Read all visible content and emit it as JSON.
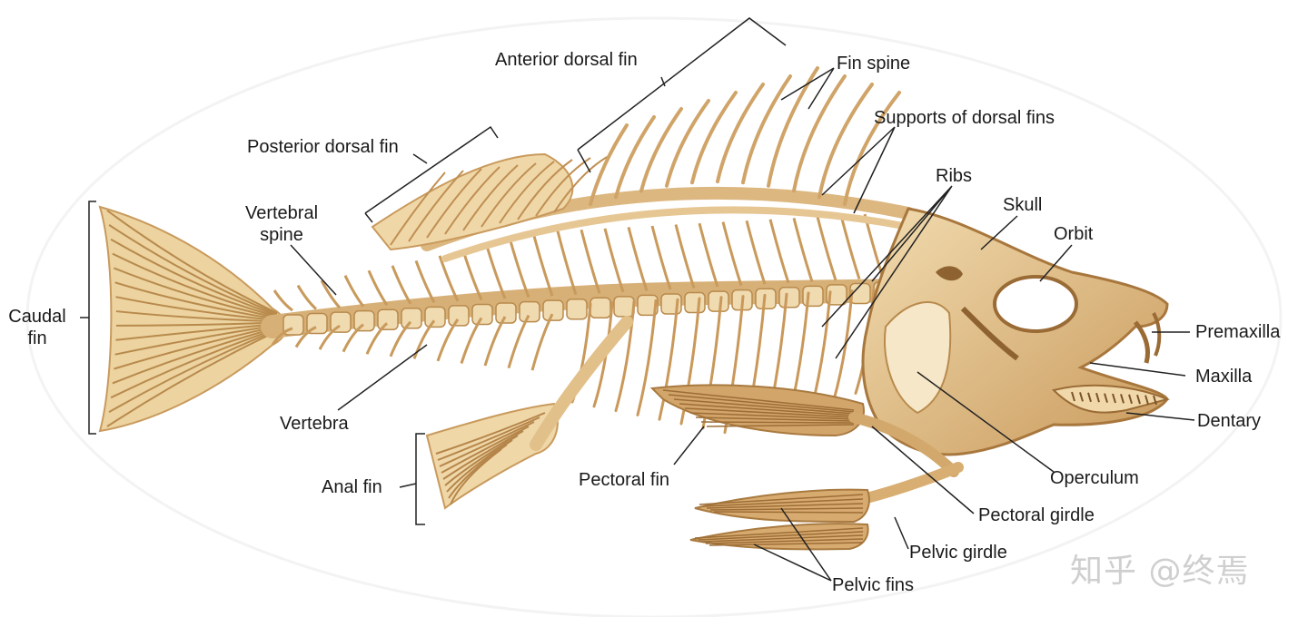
{
  "labels": {
    "anterior_dorsal_fin": "Anterior dorsal fin",
    "fin_spine": "Fin spine",
    "supports_of_dorsal_fins": "Supports of dorsal fins",
    "posterior_dorsal_fin": "Posterior dorsal fin",
    "ribs": "Ribs",
    "skull": "Skull",
    "orbit": "Orbit",
    "vertebral_spine_line1": "Vertebral",
    "vertebral_spine_line2": "spine",
    "caudal_fin_line1": "Caudal",
    "caudal_fin_line2": "fin",
    "premaxilla": "Premaxilla",
    "maxilla": "Maxilla",
    "dentary": "Dentary",
    "vertebra": "Vertebra",
    "operculum": "Operculum",
    "anal_fin": "Anal fin",
    "pectoral_fin": "Pectoral fin",
    "pectoral_girdle": "Pectoral girdle",
    "pelvic_girdle": "Pelvic girdle",
    "pelvic_fins": "Pelvic fins"
  },
  "watermark": "知乎 @终焉",
  "colors": {
    "bone": "#e2c08a",
    "bone_light": "#f2ddb3",
    "bone_dark": "#b58a4e",
    "fin_ray": "#c99a5c",
    "leader_line": "#222222"
  }
}
